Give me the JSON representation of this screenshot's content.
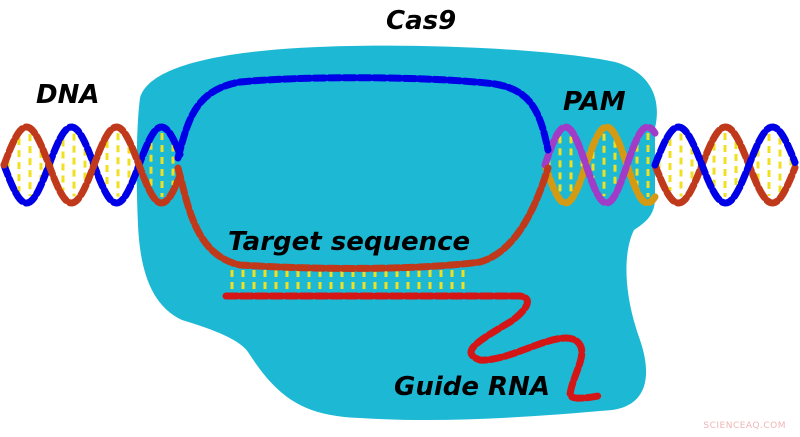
{
  "labels": {
    "cas9": "Cas9",
    "dna": "DNA",
    "pam": "PAM",
    "target_sequence": "Target sequence",
    "guide_rna": "Guide RNA"
  },
  "watermark": "SCIENCEAQ.COM",
  "colors": {
    "cas9_protein": "#1cb8d4",
    "strand_blue": "#0000e6",
    "strand_red": "#c0391b",
    "guide_rna": "#d41616",
    "pam_purple": "#a03cc8",
    "pam_gold": "#d49a14",
    "base_pair": "#f0e020"
  }
}
